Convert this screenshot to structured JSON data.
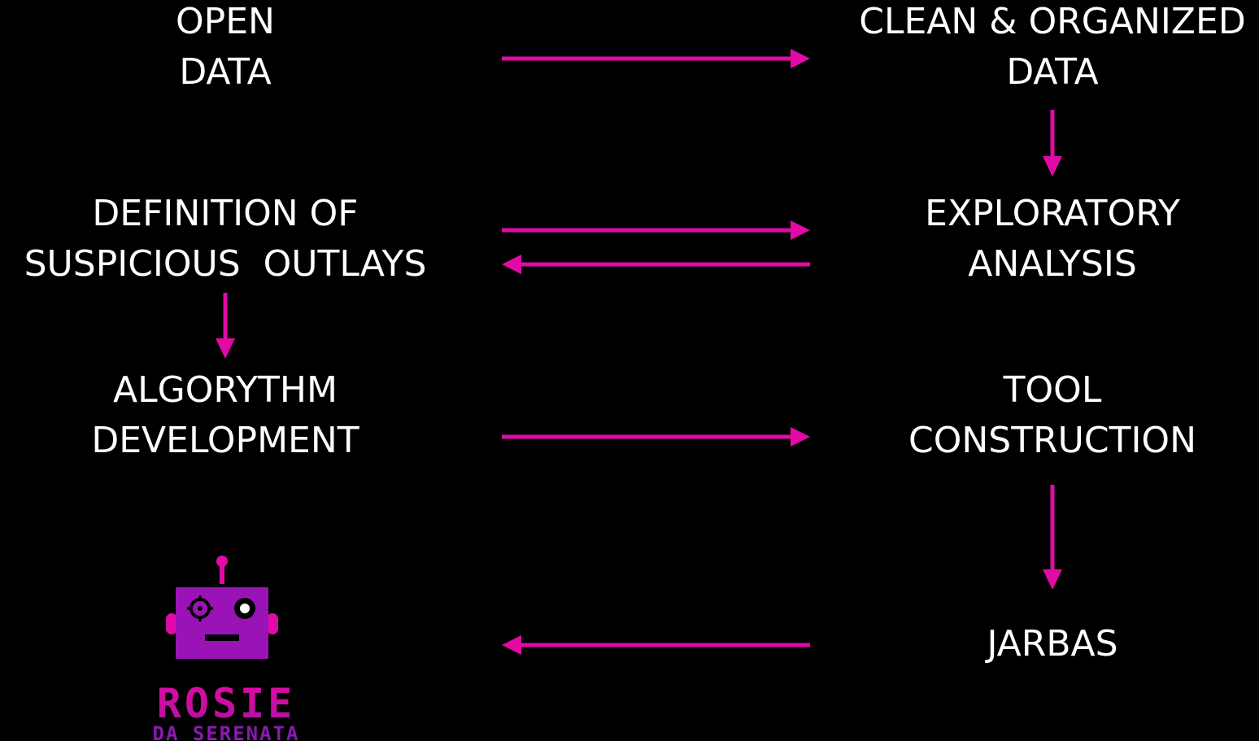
{
  "colors": {
    "background": "#000000",
    "text": "#ffffff",
    "arrow": "#e20aa6",
    "robot": "#9a13b7",
    "logo_top": "#e20aa6",
    "logo_bottom": "#8a1ab0"
  },
  "nodes": {
    "open_data": [
      "OPEN",
      "DATA"
    ],
    "clean_data": [
      "CLEAN & ORGANIZED",
      "DATA"
    ],
    "definition": [
      "DEFINITION OF",
      "SUSPICIOUS  OUTLAYS"
    ],
    "exploratory": [
      "EXPLORATORY",
      "ANALYSIS"
    ],
    "algorithm": [
      "ALGORYTHM",
      "DEVELOPMENT"
    ],
    "tool": [
      "TOOL",
      "CONSTRUCTION"
    ],
    "jarbas": [
      "JARBAS"
    ]
  },
  "logo": {
    "title": "ROSIE",
    "subtitle": "DA SERENATA"
  }
}
